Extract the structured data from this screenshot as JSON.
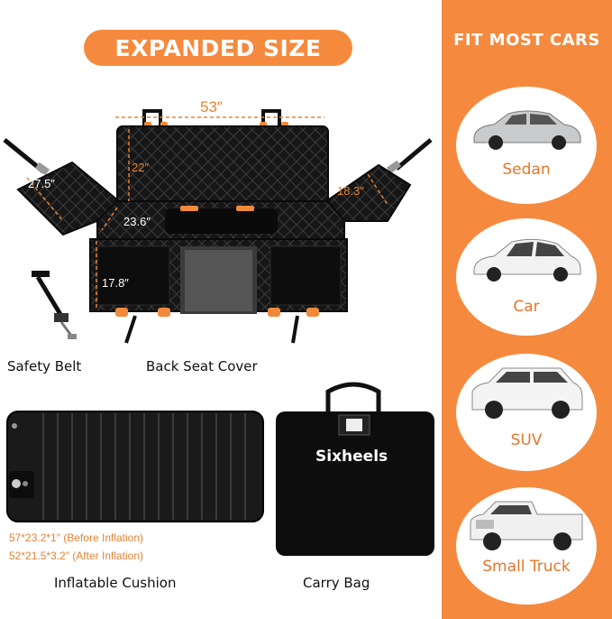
{
  "banner": {
    "title": "EXPANDED SIZE"
  },
  "dimensions": {
    "width": "53″",
    "back_height": "22″",
    "side_flap": "27.5″",
    "right_flap": "18.3″",
    "seat_depth": "23.6″",
    "front_drop": "17.8″"
  },
  "items": {
    "safety_belt": "Safety Belt",
    "back_seat_cover": "Back Seat Cover",
    "inflatable_cushion": "Inflatable Cushion",
    "carry_bag": "Carry Bag"
  },
  "cushion_specs": {
    "before": "57*23.2*1″ (Before Inflation)",
    "after": "52*21.5*3.2″ (After Inflation)"
  },
  "bag": {
    "brand": "Sixheels"
  },
  "fit": {
    "title": "FIT MOST CARS",
    "cars": [
      {
        "label": "Sedan",
        "color": "#c8cacc"
      },
      {
        "label": "Car",
        "color": "#f2f2f2"
      },
      {
        "label": "SUV",
        "color": "#f4f4f4"
      },
      {
        "label": "Small Truck",
        "color": "#f0f0f0"
      }
    ]
  },
  "colors": {
    "accent": "#f58a3e"
  }
}
